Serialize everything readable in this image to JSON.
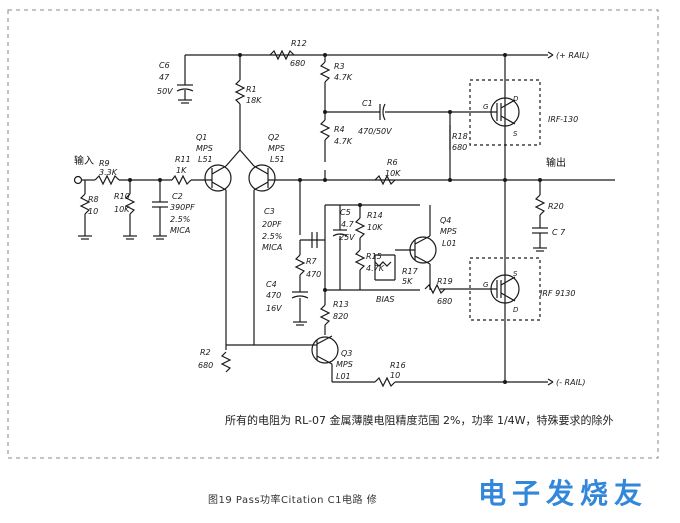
{
  "io": {
    "input": "输入",
    "output": "输出",
    "pos_rail": "(+ RAIL)",
    "neg_rail": "(- RAIL)"
  },
  "components": {
    "C6": [
      "C6",
      "47",
      "50V"
    ],
    "R12": [
      "R12",
      "680"
    ],
    "R3": [
      "R3",
      "4.7K"
    ],
    "R1": [
      "R1",
      "18K"
    ],
    "C1": [
      "C1",
      "470/50V"
    ],
    "R4": [
      "R4",
      "4.7K"
    ],
    "Q1": [
      "Q1",
      "MPS",
      "L51"
    ],
    "Q2": [
      "Q2",
      "MPS",
      "L51"
    ],
    "R18": [
      "R18",
      "680"
    ],
    "IRF130": "IRF-130",
    "R9": [
      "R9",
      "3.3K"
    ],
    "R11": [
      "R11",
      "1K"
    ],
    "R6": [
      "R6",
      "10K"
    ],
    "R8": [
      "R8",
      "10"
    ],
    "R10": [
      "R10",
      "10K"
    ],
    "C2": [
      "C2",
      "390PF",
      "2.5%",
      "MICA"
    ],
    "C3": [
      "C3",
      "20PF",
      "2.5%",
      "MICA"
    ],
    "C5": [
      "C5",
      "4.7",
      "25V"
    ],
    "R14": [
      "R14",
      "10K"
    ],
    "Q4": [
      "Q4",
      "MPS",
      "L01"
    ],
    "R20": "R20",
    "C7": "C 7",
    "R7": [
      "R7",
      "470"
    ],
    "R15": [
      "R15",
      "4.7K"
    ],
    "R17": [
      "R17",
      "5K"
    ],
    "BIAS": "BIAS",
    "C4": [
      "C4",
      "470",
      "16V"
    ],
    "R19": [
      "R19",
      "680"
    ],
    "IRF9130": "IRF 9130",
    "R13": [
      "R13",
      "820"
    ],
    "R2": [
      "R2",
      "680"
    ],
    "Q3": [
      "Q3",
      "MPS",
      "L01"
    ],
    "R16": [
      "R16",
      "10"
    ],
    "pins_top": [
      "G",
      "D",
      "S"
    ],
    "pins_bottom": [
      "G",
      "S",
      "D"
    ]
  },
  "note": "所有的电阻为 RL-07 金属薄膜电阻精度范围 2%，功率 1/4W，特殊要求的除外",
  "caption": "图19 Pass功率Citation C1电路  修",
  "watermark": "电子发烧友"
}
